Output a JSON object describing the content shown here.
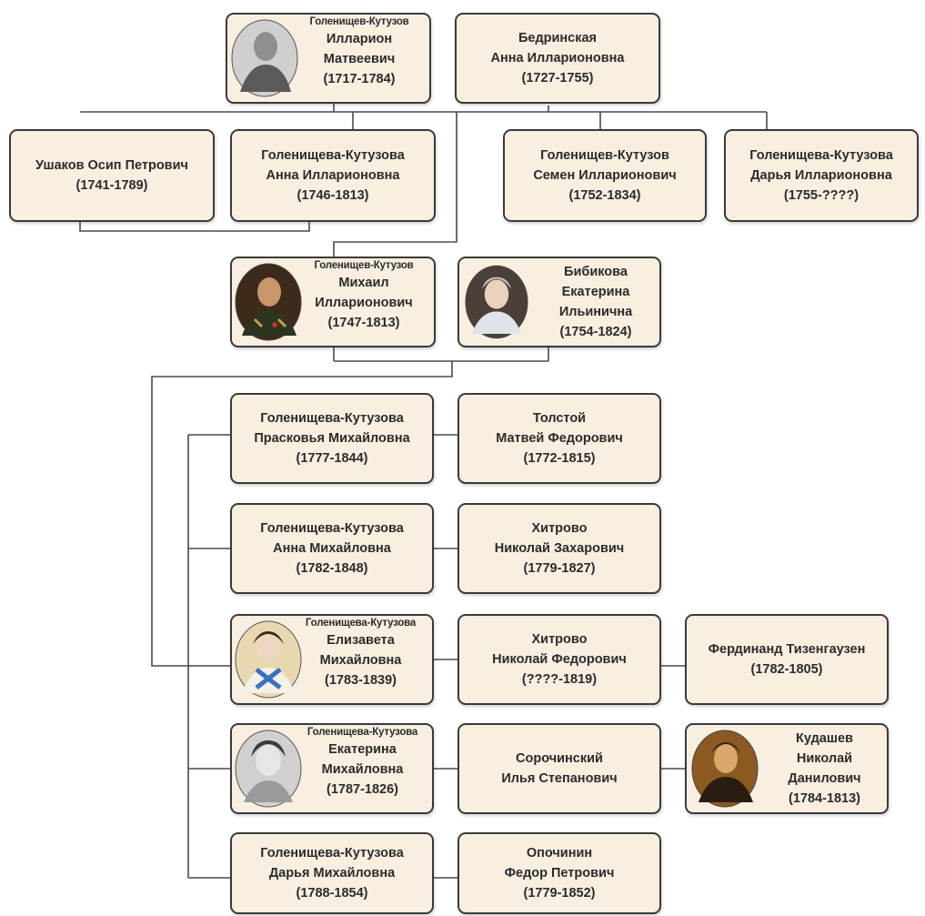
{
  "persons": {
    "illarion": {
      "lines": [
        "Голенищев-Кутузов",
        "Илларион",
        "Матвеевич",
        "(1717-1784)"
      ]
    },
    "anna_b": {
      "lines": [
        "Бедринская",
        "Анна Илларионовна",
        "(1727-1755)"
      ]
    },
    "ushakov": {
      "lines": [
        "Ушаков Осип Петрович",
        "(1741-1789)"
      ]
    },
    "anna_i": {
      "lines": [
        "Голенищева-Кутузова",
        "Анна Илларионовна",
        "(1746-1813)"
      ]
    },
    "semen": {
      "lines": [
        "Голенищев-Кутузов",
        "Семен Илларионович",
        "(1752-1834)"
      ]
    },
    "darya_i": {
      "lines": [
        "Голенищева-Кутузова",
        "Дарья Илларионовна",
        "(1755-????)"
      ]
    },
    "mikhail": {
      "lines": [
        "Голенищев-Кутузов",
        "Михаил",
        "Илларионович",
        "(1747-1813)"
      ]
    },
    "bibikova": {
      "lines": [
        "Бибикова",
        "Екатерина",
        "Ильинична",
        "(1754-1824)"
      ]
    },
    "praskovya": {
      "lines": [
        "Голенищева-Кутузова",
        "Прасковья Михайловна",
        "(1777-1844)"
      ]
    },
    "tolstoy": {
      "lines": [
        "Толстой",
        "Матвей Федорович",
        "(1772-1815)"
      ]
    },
    "anna_m": {
      "lines": [
        "Голенищева-Кутузова",
        "Анна Михайловна",
        "(1782-1848)"
      ]
    },
    "khitrovo_z": {
      "lines": [
        "Хитрово",
        "Николай Захарович",
        "(1779-1827)"
      ]
    },
    "elizaveta": {
      "lines": [
        "Голенищева-Кутузова",
        "Елизавета",
        "Михайловна",
        "(1783-1839)"
      ]
    },
    "khitrovo_f": {
      "lines": [
        "Хитрово",
        "Николай Федорович",
        "(????-1819)"
      ]
    },
    "tizenhausen": {
      "lines": [
        "Фердинанд Тизенгаузен",
        "(1782-1805)"
      ]
    },
    "ekaterina": {
      "lines": [
        "Голенищева-Кутузова",
        "Екатерина",
        "Михайловна",
        "(1787-1826)"
      ]
    },
    "sorochinsky": {
      "lines": [
        "Сорочинский",
        "Илья Степанович"
      ]
    },
    "kudashev": {
      "lines": [
        "Кудашев",
        "Николай",
        "Данилович",
        "(1784-1813)"
      ]
    },
    "darya_m": {
      "lines": [
        "Голенищева-Кутузова",
        "Дарья Михайловна",
        "(1788-1854)"
      ]
    },
    "opochinin": {
      "lines": [
        "Опочинин",
        "Федор Петрович",
        "(1779-1852)"
      ]
    }
  }
}
